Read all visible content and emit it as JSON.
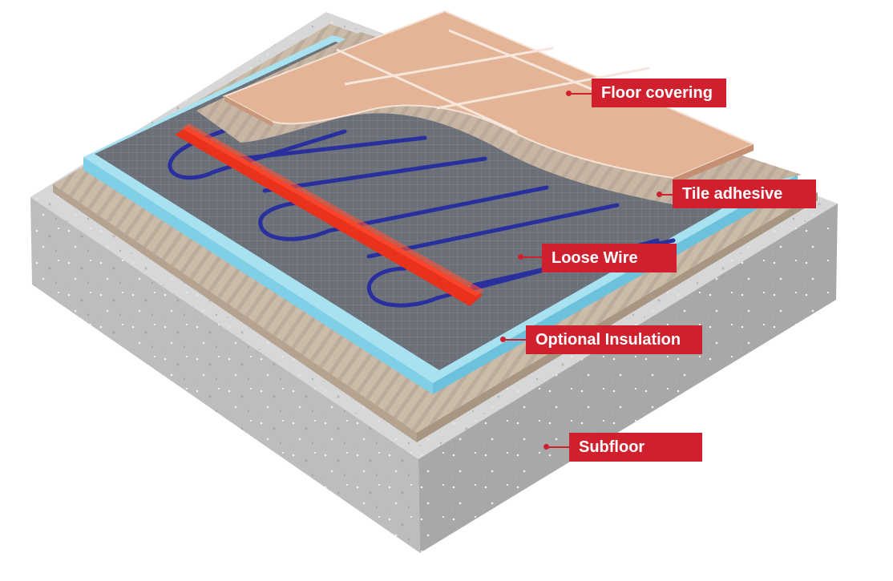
{
  "labels": {
    "floor_covering": "Floor covering",
    "tile_adhesive": "Tile adhesive",
    "loose_wire": "Loose Wire",
    "optional_insulation": "Optional Insulation",
    "subfloor": "Subfloor"
  },
  "colors": {
    "callout": "#d0202e",
    "tile": "#e0ad8f",
    "adhesive": "#c5b3a3",
    "mesh": "#6c7079",
    "insulation": "#8fd5e8",
    "concrete": "#c9c9c9",
    "wire": "#2b2f9c",
    "fixing_strip": "#e9321c"
  }
}
